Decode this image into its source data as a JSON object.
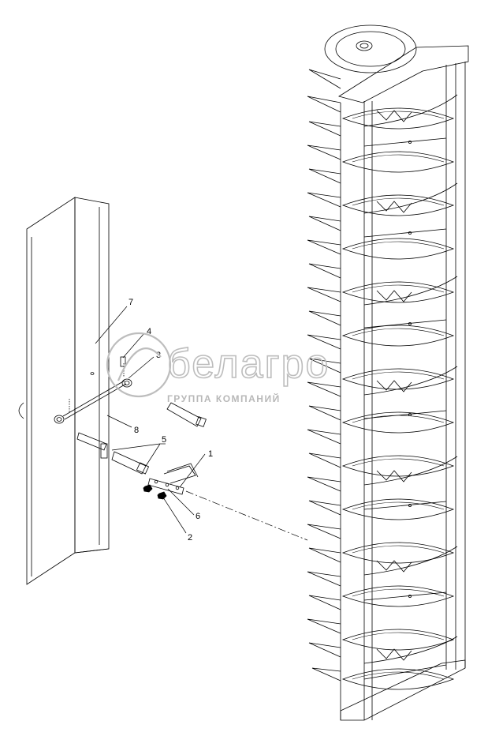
{
  "callouts": {
    "c1": "1",
    "c2": "2",
    "c3": "3",
    "c4": "4",
    "c5": "5",
    "c6": "6",
    "c7": "7",
    "c8": "8"
  },
  "watermark": {
    "brand": "белагро",
    "tagline": "ГРУППА КОМПАНИЙ"
  },
  "colors": {
    "line": "#000000",
    "watermark": "#bdbdbd",
    "background": "#ffffff"
  }
}
